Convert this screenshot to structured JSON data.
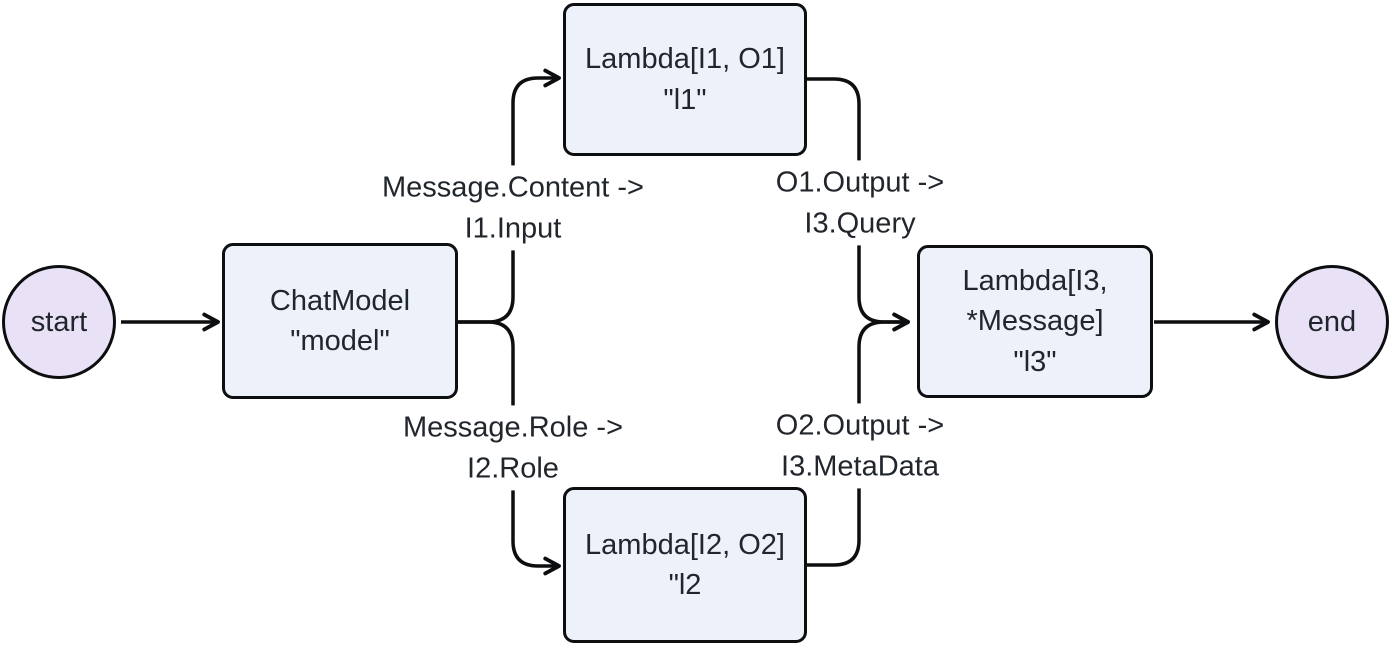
{
  "diagram": {
    "type": "flowchart",
    "background_color": "#ffffff",
    "edge_color": "#0d0e10",
    "node_fill_color": "#edf1fa",
    "terminal_fill_color": "#e9e2f7",
    "text_color": "#21262c",
    "nodes": {
      "start": {
        "label": "start"
      },
      "end": {
        "label": "end"
      },
      "model": {
        "line1": "ChatModel",
        "line2": "\"model\""
      },
      "l1": {
        "line1": "Lambda[I1, O1]",
        "line2": "\"l1\""
      },
      "l2": {
        "line1": "Lambda[I2, O2]",
        "line2": "\"l2"
      },
      "l3": {
        "line1": "Lambda[I3,",
        "line2": "*Message]",
        "line3": "\"l3\""
      }
    },
    "edge_labels": {
      "model_to_l1": {
        "line1": "Message.Content ->",
        "line2": "I1.Input"
      },
      "l1_to_l3": {
        "line1": "O1.Output ->",
        "line2": "I3.Query"
      },
      "model_to_l2": {
        "line1": "Message.Role ->",
        "line2": "I2.Role"
      },
      "l2_to_l3": {
        "line1": "O2.Output ->",
        "line2": "I3.MetaData"
      }
    }
  }
}
